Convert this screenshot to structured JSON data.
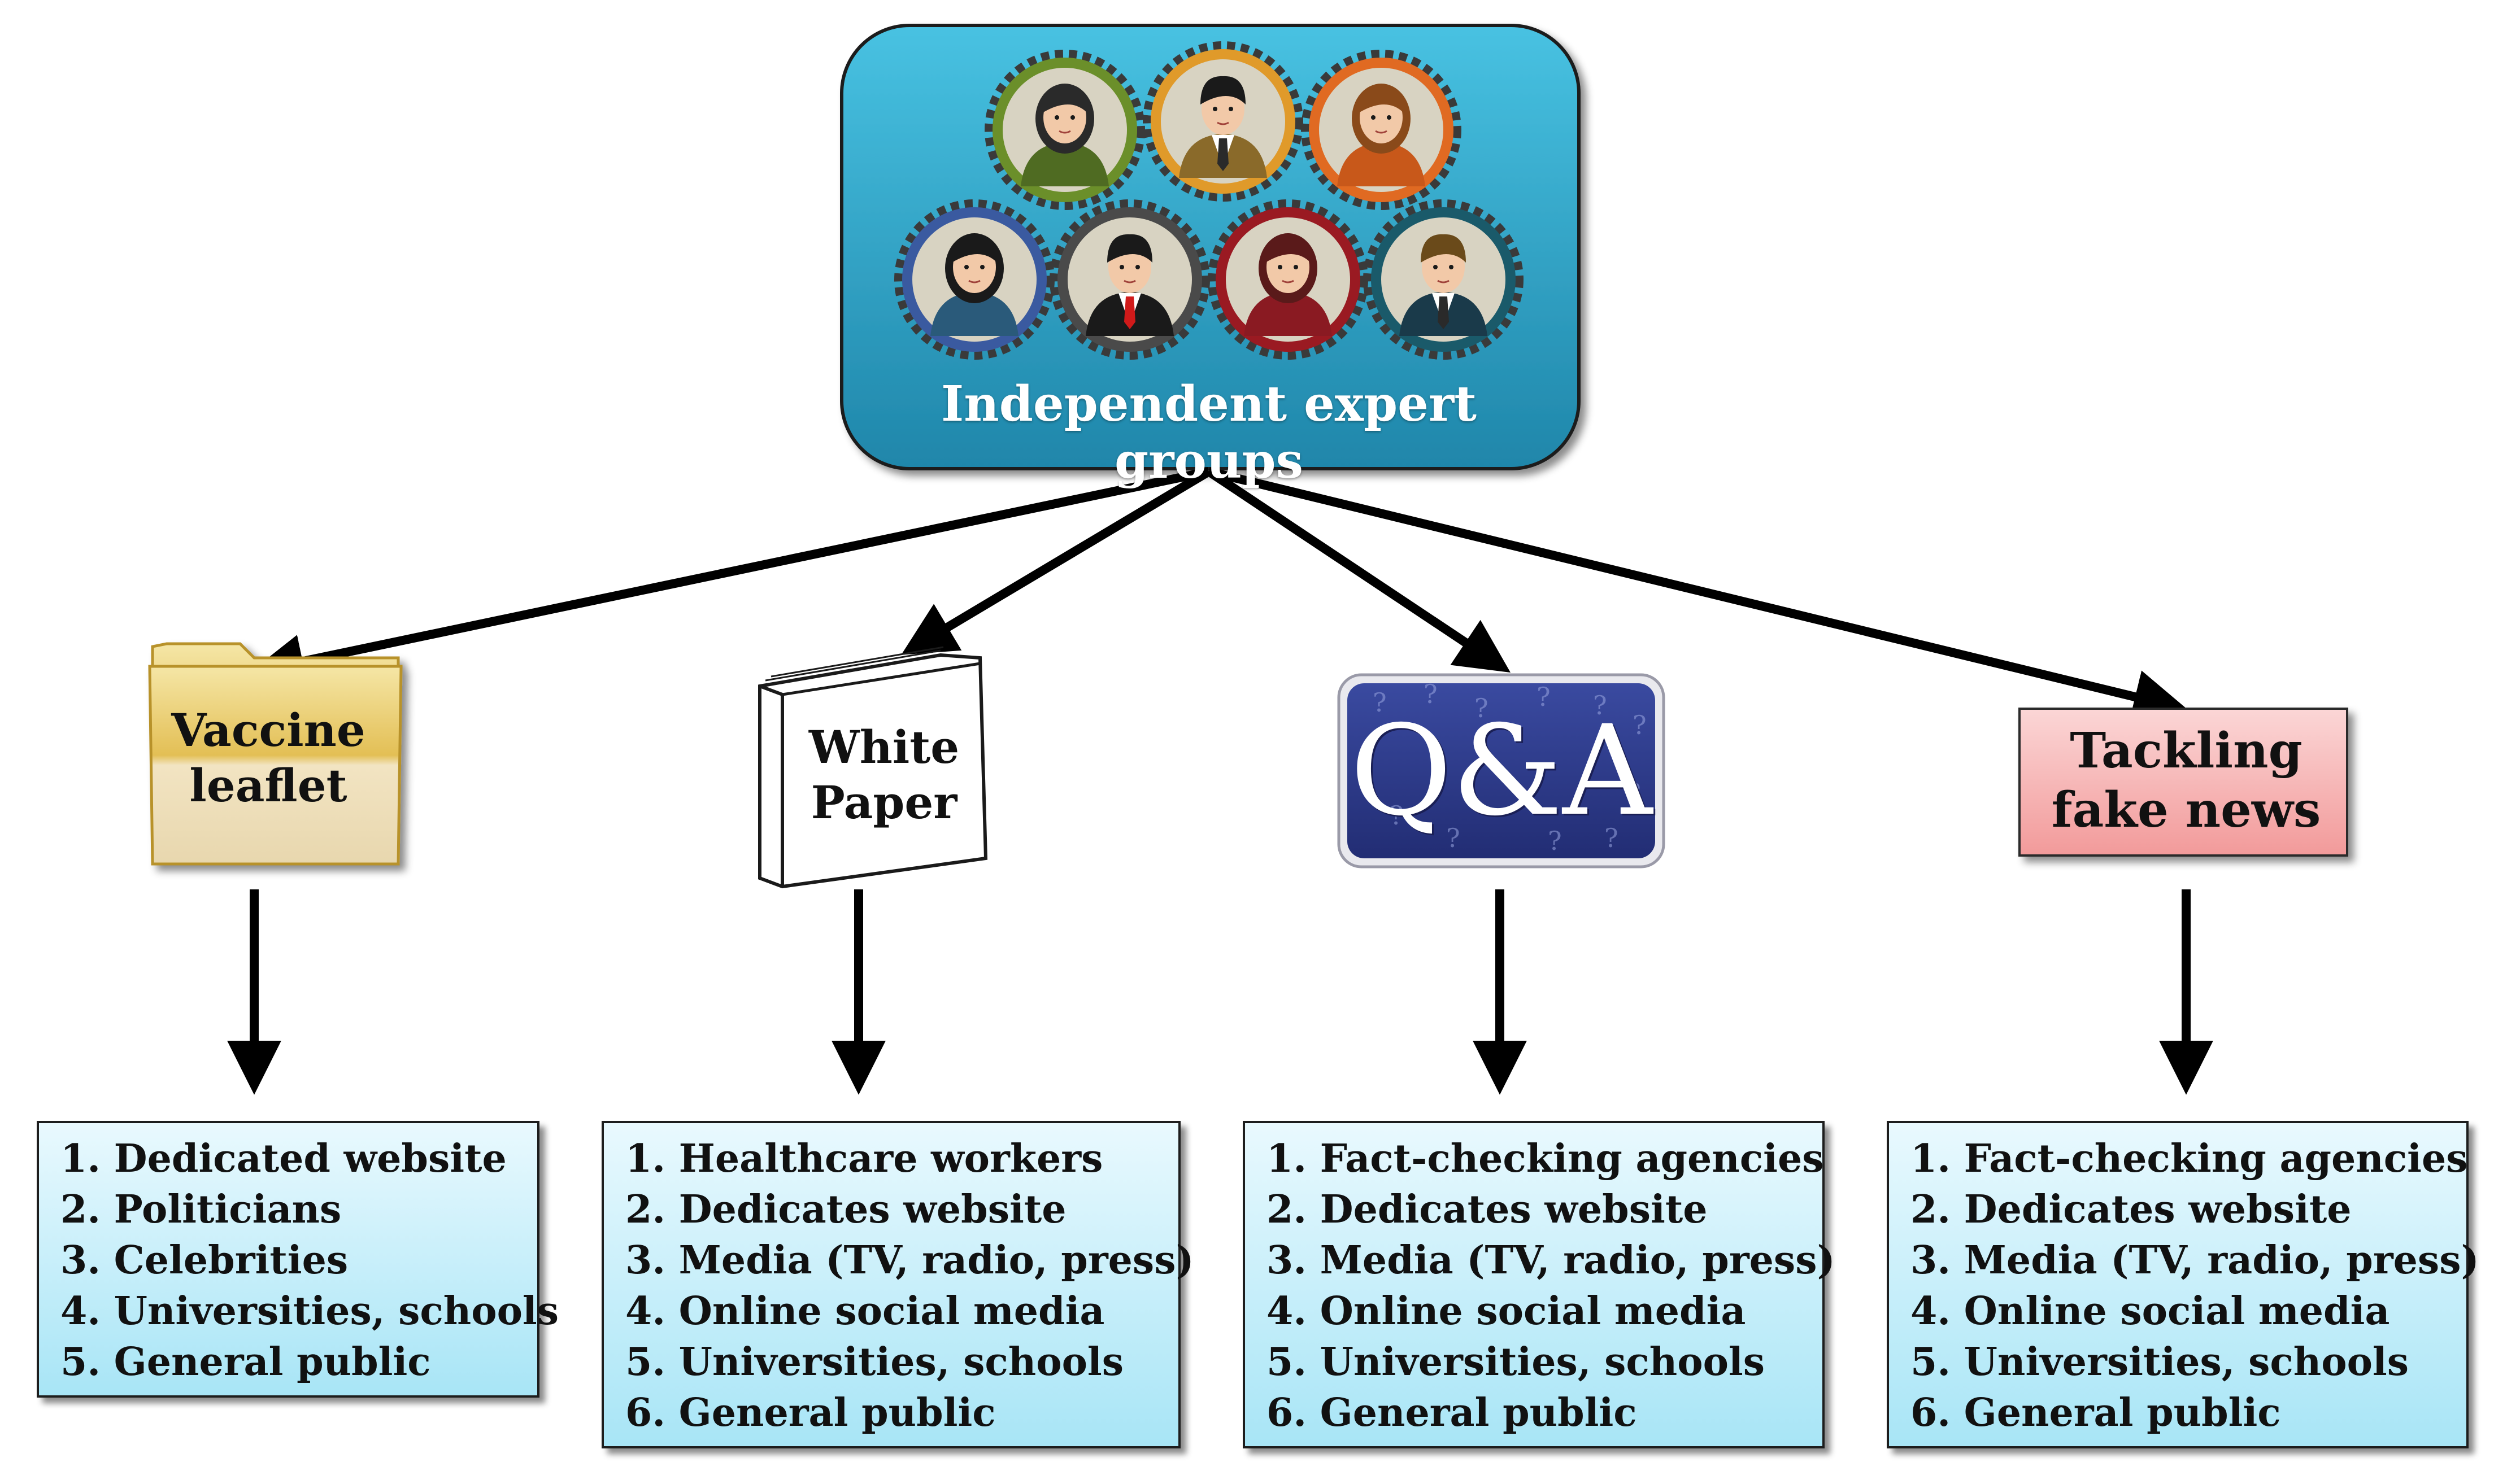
{
  "hub": {
    "title": "Independent expert groups"
  },
  "outputs": {
    "leaflet": {
      "lines": [
        "Vaccine",
        "leaflet"
      ]
    },
    "paper": {
      "lines": [
        "White",
        "Paper"
      ]
    },
    "qa": {
      "text": "Q&A"
    },
    "fake": {
      "lines": [
        "Tackling",
        "fake news"
      ]
    }
  },
  "lists": [
    {
      "items": [
        "1. Dedicated website",
        "2. Politicians",
        "3. Celebrities",
        "4. Universities, schools",
        "5. General public"
      ]
    },
    {
      "items": [
        "1. Healthcare workers",
        "2. Dedicates website",
        "3. Media (TV, radio, press)",
        "4. Online social media",
        "5. Universities, schools",
        "6. General public"
      ]
    },
    {
      "items": [
        "1. Fact-checking agencies",
        "2. Dedicates website",
        "3. Media (TV, radio, press)",
        "4. Online social media",
        "5. Universities, schools",
        "6. General public"
      ]
    },
    {
      "items": [
        "1. Fact-checking agencies",
        "2. Dedicates website",
        "3. Media (TV, radio, press)",
        "4. Online social media",
        "5. Universities, schools",
        "6. General public"
      ]
    }
  ],
  "colors": {
    "hub_fill": "#2aa3c6",
    "hub_stroke": "#1a1a1a",
    "leaflet_fill": "#e9c66a",
    "qa_fill": "#2d3a87",
    "fake_fill": "#f7b4b4",
    "list_fill": "#bfeaf7",
    "arrow": "#000000"
  },
  "avatars": [
    {
      "name": "avatar-woman-1",
      "ring": "#6b8f2a",
      "skin": "#f2c9a8",
      "hair": "#2a2a2a",
      "suit": "#4f6b22",
      "gender": "f"
    },
    {
      "name": "avatar-man-1",
      "ring": "#e09a2a",
      "skin": "#f2c9a8",
      "hair": "#1a1a1a",
      "suit": "#8a6a2a",
      "gender": "m"
    },
    {
      "name": "avatar-woman-2",
      "ring": "#e06a22",
      "skin": "#f2c9a8",
      "hair": "#8a4a1a",
      "suit": "#c8581a",
      "gender": "f"
    },
    {
      "name": "avatar-woman-3",
      "ring": "#3a5aa0",
      "skin": "#f2c9a8",
      "hair": "#1a1a1a",
      "suit": "#2a5a7a",
      "gender": "f"
    },
    {
      "name": "avatar-man-2",
      "ring": "#4a4a4a",
      "skin": "#f2c9a8",
      "hair": "#1a1a1a",
      "suit": "#1a1a1a",
      "gender": "m"
    },
    {
      "name": "avatar-woman-4",
      "ring": "#9a1a22",
      "skin": "#f2c9a8",
      "hair": "#5a1a1a",
      "suit": "#8a1a22",
      "gender": "f"
    },
    {
      "name": "avatar-man-3",
      "ring": "#1a5a6a",
      "skin": "#f2c9a8",
      "hair": "#6a4a1a",
      "suit": "#1a3a4a",
      "gender": "m"
    }
  ]
}
